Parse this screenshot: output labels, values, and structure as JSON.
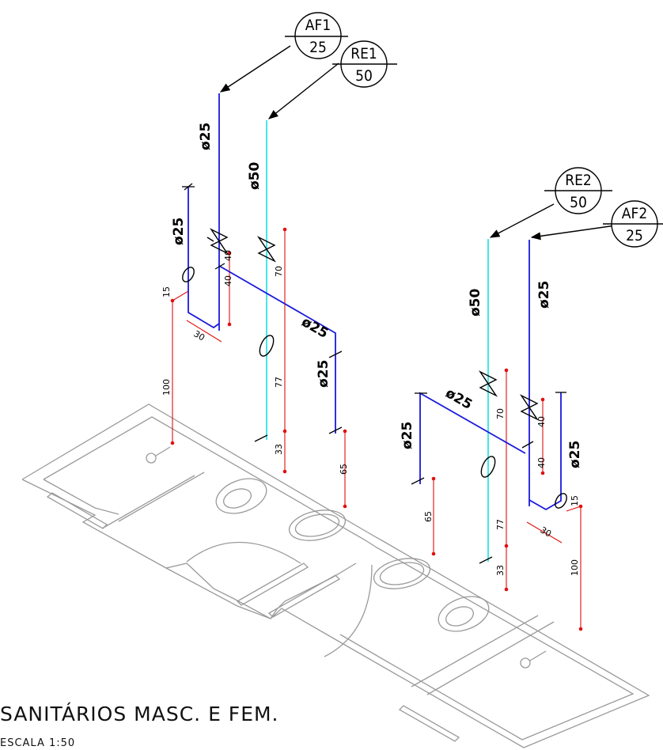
{
  "title": "SANITÁRIOS MASC. E FEM.",
  "subtitle": "ESCALA 1:50",
  "balloons": {
    "af1": {
      "top": "AF1",
      "bottom": "25"
    },
    "re1": {
      "top": "RE1",
      "bottom": "50"
    },
    "re2": {
      "top": "RE2",
      "bottom": "50"
    },
    "af2": {
      "top": "AF2",
      "bottom": "25"
    }
  },
  "pipe_labels": {
    "left_riser_af": "ø25",
    "left_riser_re": "ø50",
    "left_branch_short": "ø25",
    "left_horizontal": "ø25",
    "left_drop": "ø25",
    "right_riser_re": "ø50",
    "right_riser_af": "ø25",
    "right_horizontal": "ø25",
    "right_drop": "ø25",
    "right_branch_short": "ø25"
  },
  "dimensions": {
    "l_15": "15",
    "l_30": "30",
    "l_40a": "40",
    "l_40b": "40",
    "l_70": "70",
    "l_100": "100",
    "l_77": "77",
    "l_33": "33",
    "l_65": "65",
    "r_65": "65",
    "r_70": "70",
    "r_40a": "40",
    "r_40b": "40",
    "r_15": "15",
    "r_30": "30",
    "r_77": "77",
    "r_33": "33",
    "r_100": "100"
  },
  "colors": {
    "cold_water": "#1a1adc",
    "sewer": "#19e0e0",
    "dimension": "#e01010",
    "floor_plan": "#9a9a9a"
  }
}
